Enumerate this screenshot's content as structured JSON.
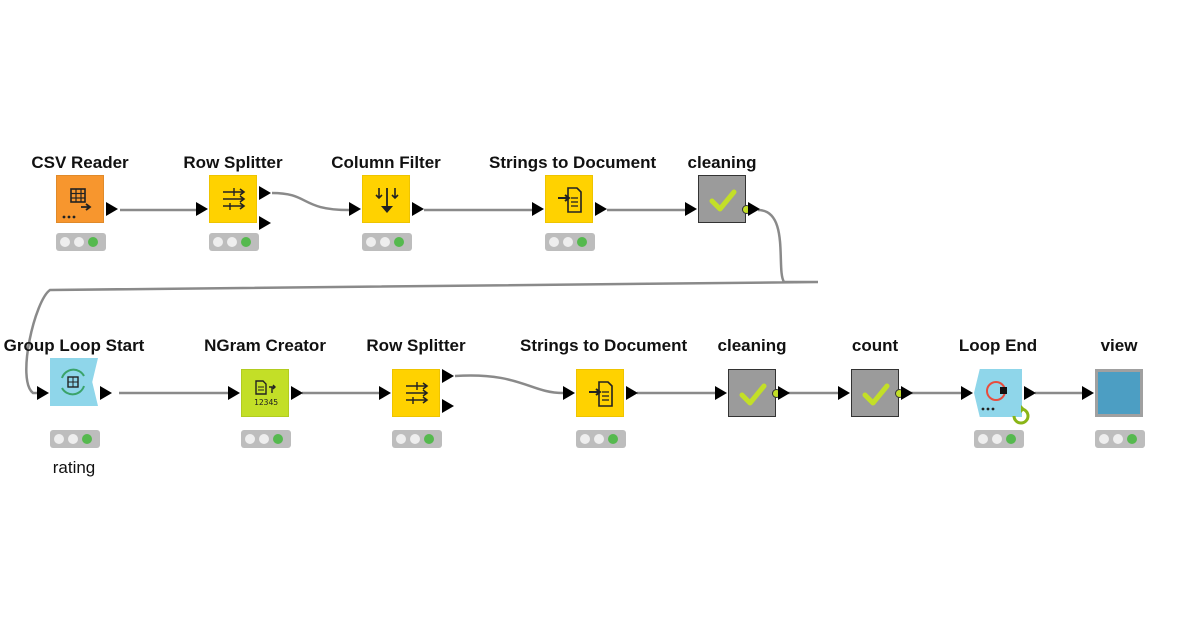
{
  "nodes": [
    {
      "id": "csv-reader",
      "label": "CSV Reader",
      "sublabel": ""
    },
    {
      "id": "row-splitter-1",
      "label": "Row Splitter",
      "sublabel": ""
    },
    {
      "id": "column-filter",
      "label": "Column Filter",
      "sublabel": ""
    },
    {
      "id": "strings-to-document-1",
      "label": "Strings to Document",
      "sublabel": ""
    },
    {
      "id": "cleaning-1",
      "label": "cleaning",
      "sublabel": ""
    },
    {
      "id": "group-loop-start",
      "label": "Group Loop Start",
      "sublabel": "rating"
    },
    {
      "id": "ngram-creator",
      "label": "NGram Creator",
      "sublabel": ""
    },
    {
      "id": "row-splitter-2",
      "label": "Row Splitter",
      "sublabel": ""
    },
    {
      "id": "strings-to-document-2",
      "label": "Strings to Document",
      "sublabel": ""
    },
    {
      "id": "cleaning-2",
      "label": "cleaning",
      "sublabel": ""
    },
    {
      "id": "count",
      "label": "count",
      "sublabel": ""
    },
    {
      "id": "loop-end",
      "label": "Loop End",
      "sublabel": ""
    },
    {
      "id": "view",
      "label": "view",
      "sublabel": ""
    }
  ],
  "icons": {
    "csv-reader": "table-read-icon",
    "row-splitter": "split-arrows-icon",
    "column-filter": "filter-arrows-icon",
    "strings-to-document": "document-import-icon",
    "component": "checkmark-icon",
    "group-loop-start": "loop-start-icon",
    "ngram-creator": "ngram-icon",
    "loop-end": "loop-end-icon",
    "view": "view-icon"
  },
  "colors": {
    "reader": "#f7962e",
    "manipulator": "#ffd200",
    "component": "#9b9b9b",
    "loop": "#8fd6ea",
    "other": "#c3df27",
    "view": "#4c9ec3",
    "status_ok": "#55b94e"
  }
}
